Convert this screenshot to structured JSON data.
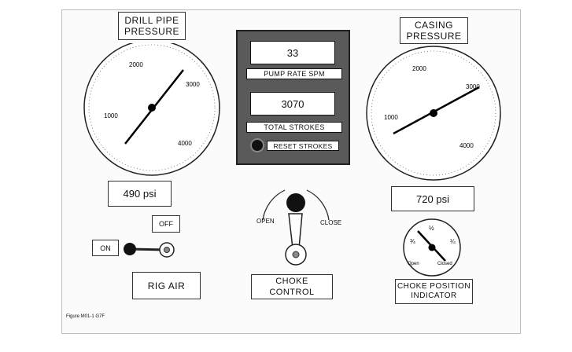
{
  "drill_pipe": {
    "title_line1": "DRILL PIPE",
    "title_line2": "PRESSURE",
    "ticks": [
      "1000",
      "2000",
      "3000",
      "4000"
    ],
    "readout": "490 psi"
  },
  "casing": {
    "title_line1": "CASING",
    "title_line2": "PRESSURE",
    "ticks": [
      "1000",
      "2000",
      "3000",
      "4000"
    ],
    "readout": "720 psi"
  },
  "pump_panel": {
    "pump_rate_value": "33",
    "pump_rate_label": "PUMP RATE SPM",
    "total_strokes_value": "3070",
    "total_strokes_label": "TOTAL STROKES",
    "reset_label": "RESET STROKES"
  },
  "rig_air": {
    "off_label": "OFF",
    "on_label": "ON",
    "label": "RIG AIR"
  },
  "choke_control": {
    "open_label": "OPEN",
    "close_label": "CLOSE",
    "label": "CHOKE CONTROL"
  },
  "choke_position": {
    "half_label": "½",
    "three_quarter_label": "¾",
    "quarter_label": "¼",
    "open_label": "Open",
    "closed_label": "Closed",
    "label_line1": "CHOKE POSITION",
    "label_line2": "INDICATOR"
  },
  "figure_caption": "Figure M01-1 G7F"
}
